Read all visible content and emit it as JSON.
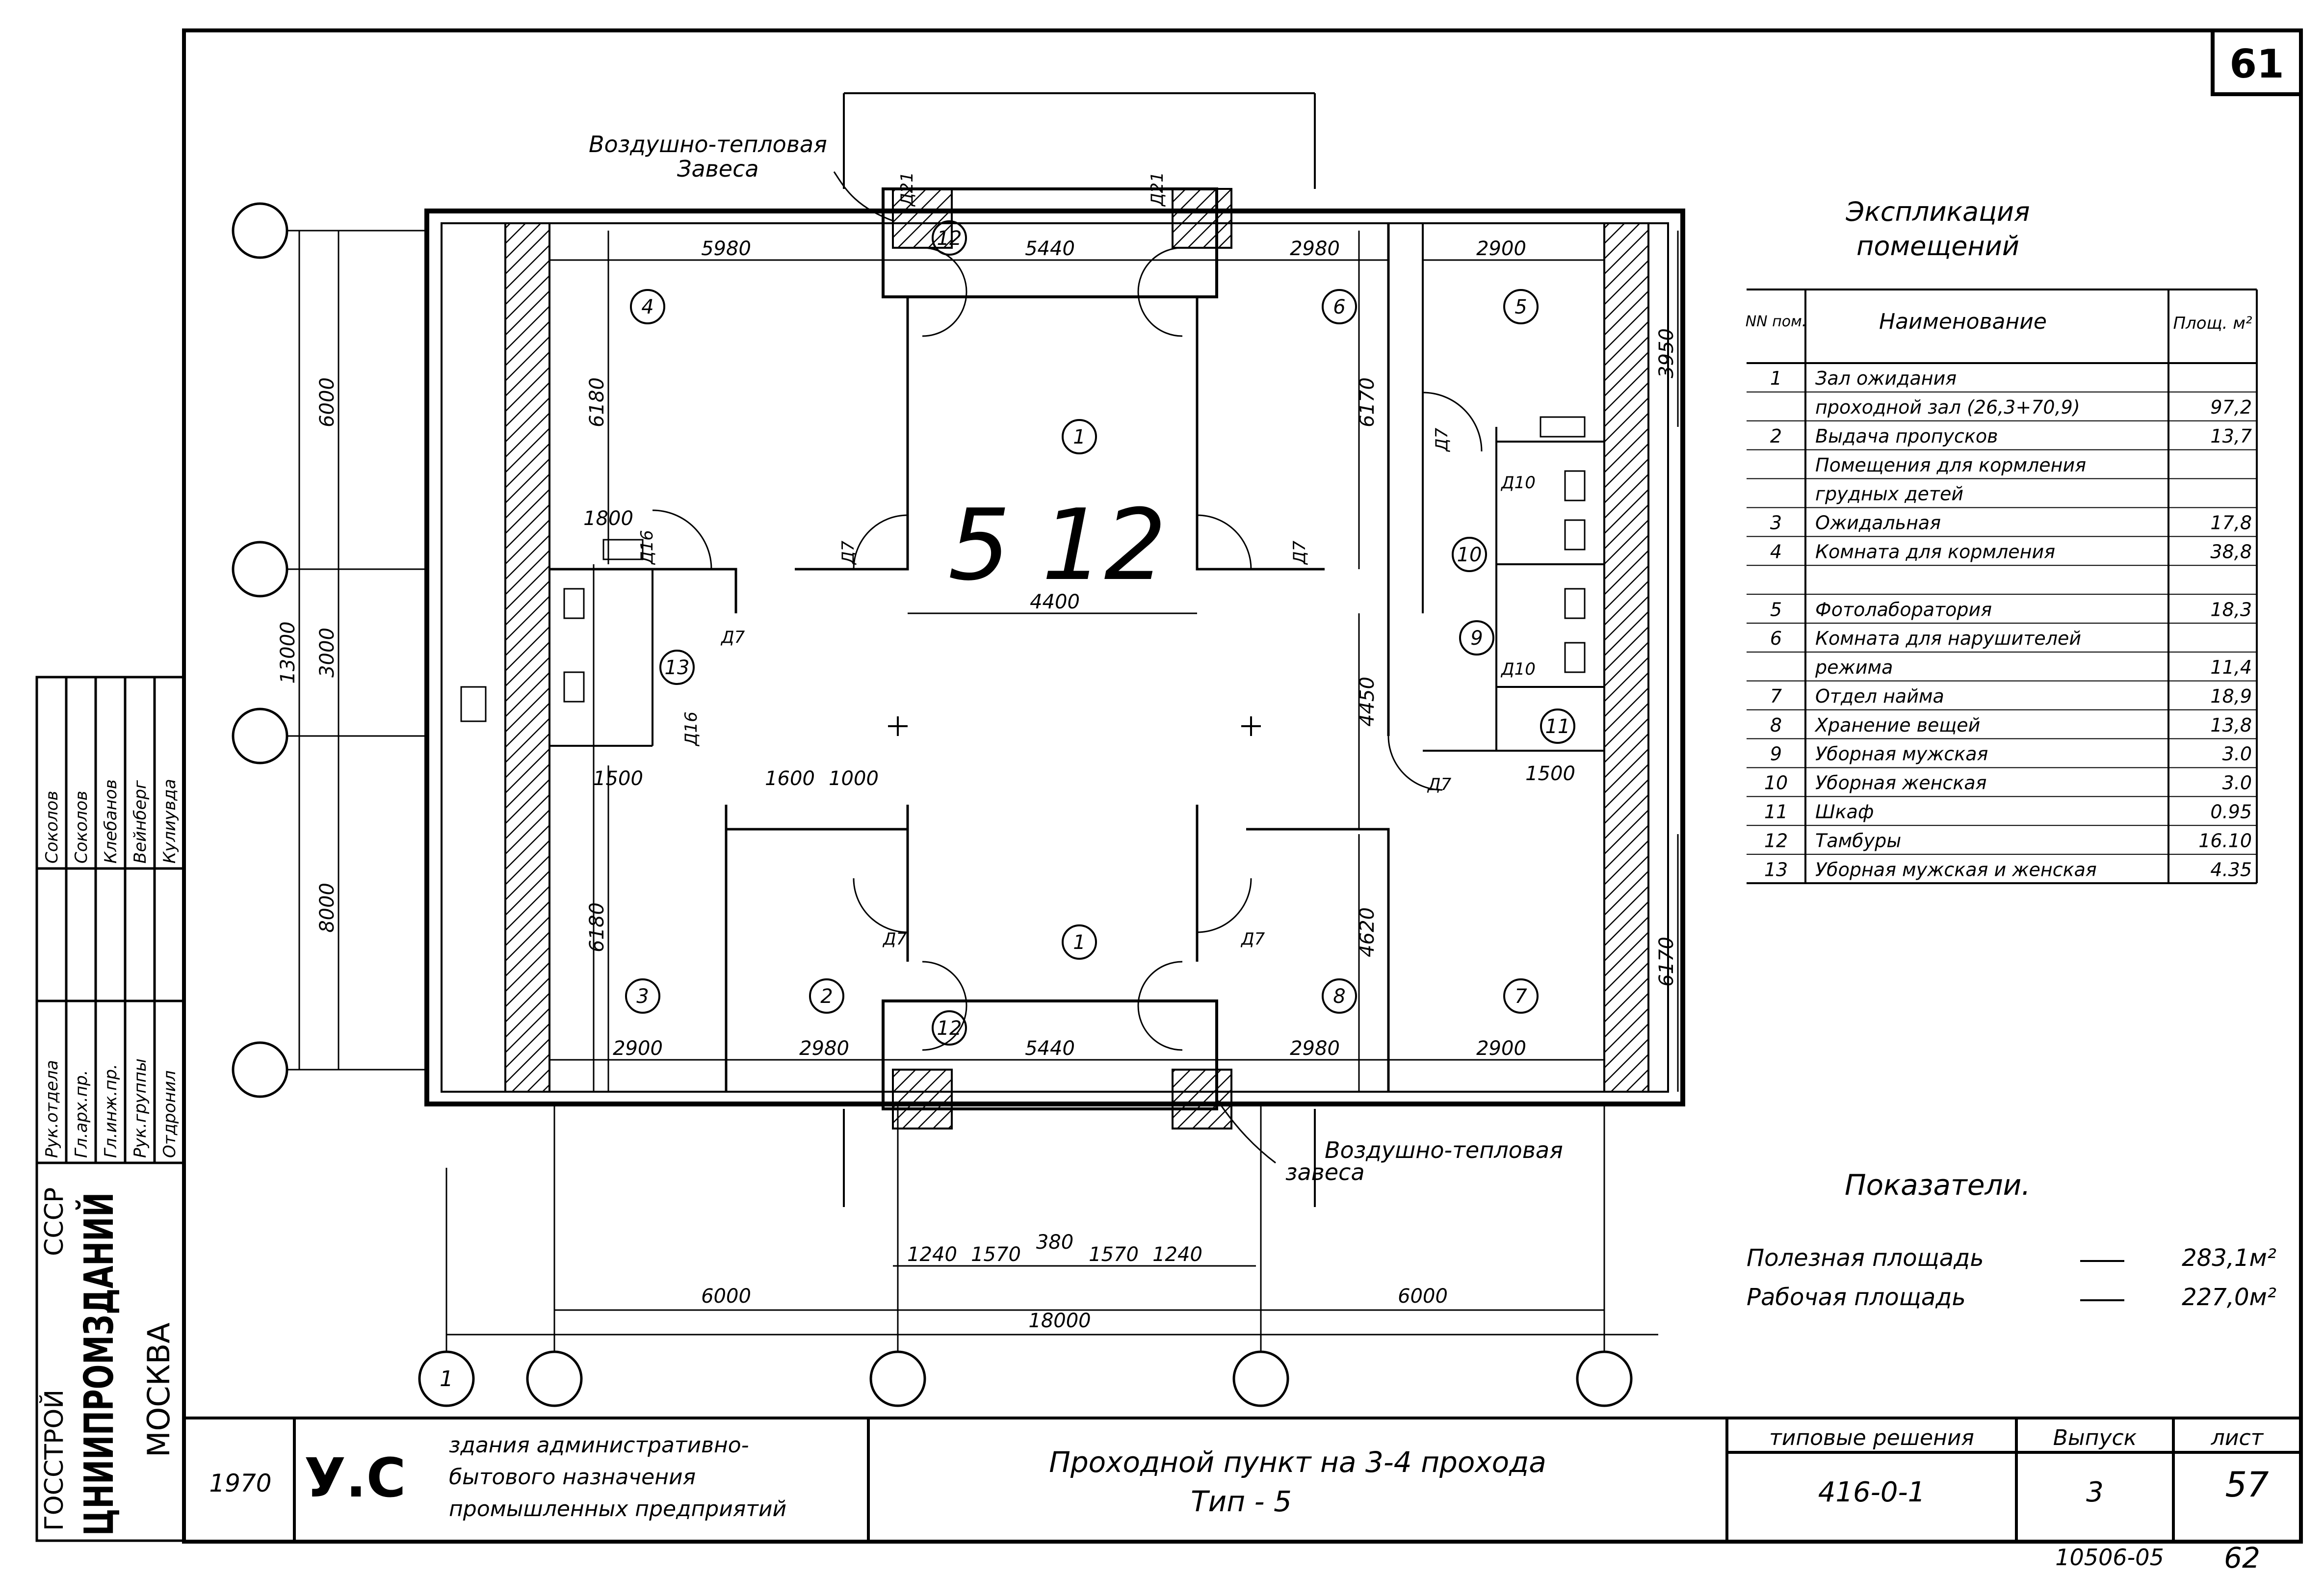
{
  "sheet": {
    "page_number": "61",
    "footer_code": "10506-05",
    "footer_page": "62"
  },
  "plan": {
    "center_label": "5 12",
    "air_curtain_top": [
      "Воздушно-тепловая",
      "Завеса"
    ],
    "air_curtain_bottom": [
      "Воздушно-тепловая",
      "завеса"
    ],
    "room_numbers_top": [
      "4",
      "12",
      "6",
      "5",
      "1"
    ],
    "room_numbers_mid": [
      "13",
      "10",
      "9",
      "11"
    ],
    "room_numbers_bottom": [
      "3",
      "2",
      "1",
      "12",
      "8",
      "7"
    ],
    "top_dims": [
      "5980",
      "5440",
      "2980",
      "2900"
    ],
    "bottom_dims": [
      "2900",
      "2980",
      "5440",
      "2980",
      "2900"
    ],
    "mid_dims": [
      "4400",
      "1600",
      "1000",
      "1500",
      "1800",
      "1500"
    ],
    "vertical_dims_left": [
      "6000",
      "3000",
      "8000",
      "13000"
    ],
    "vertical_dims_inner": [
      "6180",
      "6180",
      "6170",
      "4450",
      "4620",
      "6170",
      "3950"
    ],
    "door_labels": [
      "Д21",
      "Д7",
      "Д10",
      "Д16"
    ],
    "overall_dims": [
      "1240",
      "1570",
      "380",
      "1570",
      "1240"
    ],
    "span_dims": [
      "6000",
      "6000",
      "18000"
    ],
    "axis_labels": [
      "1"
    ]
  },
  "explication": {
    "title": [
      "Экспликация",
      "помещений"
    ],
    "headers": [
      "NN пом.",
      "Наименование",
      "Площ. м²"
    ],
    "rows": [
      [
        "1",
        "Зал ожидания",
        ""
      ],
      [
        "",
        "проходной зал (26,3+70,9)",
        "97,2"
      ],
      [
        "2",
        "Выдача пропусков",
        "13,7"
      ],
      [
        "",
        "Помещения для кормления",
        ""
      ],
      [
        "",
        "грудных детей",
        ""
      ],
      [
        "3",
        "Ожидальная",
        "17,8"
      ],
      [
        "4",
        "Комната для кормления",
        "38,8"
      ],
      [
        "",
        "",
        ""
      ],
      [
        "5",
        "Фотолаборатория",
        "18,3"
      ],
      [
        "6",
        "Комната для нарушителей",
        ""
      ],
      [
        "",
        "режима",
        "11,4"
      ],
      [
        "7",
        "Отдел найма",
        "18,9"
      ],
      [
        "8",
        "Хранение вещей",
        "13,8"
      ],
      [
        "9",
        "Уборная мужская",
        "3.0"
      ],
      [
        "10",
        "Уборная женская",
        "3.0"
      ],
      [
        "11",
        "Шкаф",
        "0.95"
      ],
      [
        "12",
        "Тамбуры",
        "16.10"
      ],
      [
        "13",
        "Уборная мужская и женская",
        "4.35"
      ]
    ]
  },
  "indicators": {
    "title": "Показатели.",
    "items": [
      {
        "label": "Полезная площадь",
        "value": "283,1м²"
      },
      {
        "label": "Рабочая площадь",
        "value": "227,0м²"
      }
    ]
  },
  "side_stamp": {
    "org1": "ГОССТРОЙ",
    "org2": "СССР",
    "org3": "ЦНИИПРОМЗДАНИЙ",
    "city": "МОСКВА",
    "roles": [
      "Рук.отдела",
      "Гл.арх.пр.",
      "Гл.инж.пр.",
      "Рук.группы",
      "Отдронил"
    ],
    "names": [
      "Соколов",
      "Соколов",
      "Клебанов",
      "Вейнберг",
      "Кулиувда"
    ]
  },
  "title_block": {
    "year": "1970",
    "series_mark": "У.С",
    "series_text": [
      "здания административно-",
      "бытового назначения",
      "промышленных предприятий"
    ],
    "title_line1": "Проходной пункт на 3-4 прохода",
    "title_line2": "Тип - 5",
    "typical_label": "типовые решения",
    "typical_value": "416-0-1",
    "issue_label": "Выпуск",
    "issue_value": "3",
    "sheet_label": "лист",
    "sheet_value": "57"
  }
}
